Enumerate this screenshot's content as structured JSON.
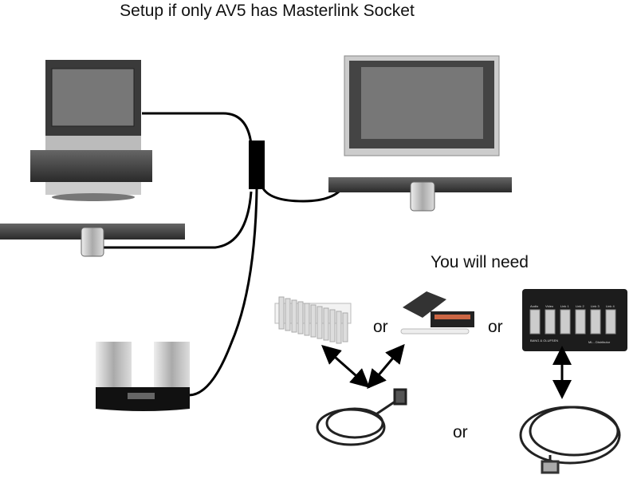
{
  "title": "Setup if only AV5 has Masterlink Socket",
  "you_will_need": "You will need",
  "or_labels": [
    "or",
    "or",
    "or"
  ],
  "distributor": {
    "port_labels": [
      "Audio",
      "Video",
      "Link 1",
      "Link 2",
      "Link 3",
      "Link 4"
    ],
    "brand": "BANG & OLUFSEN",
    "model": "ML - Distributor"
  },
  "colors": {
    "device_dark": "#3a3a3a",
    "screen": "#6a6a6a",
    "cable": "#000000"
  }
}
